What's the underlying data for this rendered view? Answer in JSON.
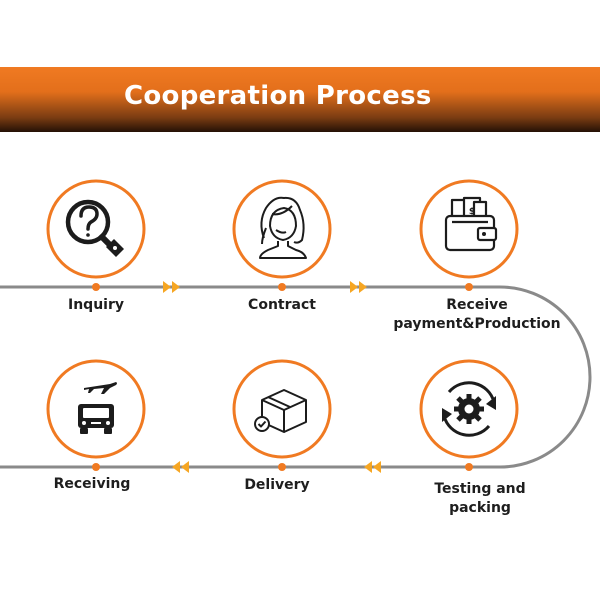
{
  "header": {
    "title": "Cooperation Process"
  },
  "colors": {
    "accent": "#f07a22",
    "line": "#8a8a8a",
    "icon": "#1c1c1c"
  },
  "steps": [
    {
      "id": "inquiry",
      "label": [
        "Inquiry"
      ],
      "icon": "magnifier-question-icon"
    },
    {
      "id": "contract",
      "label": [
        "Contract"
      ],
      "icon": "woman-headset-icon"
    },
    {
      "id": "receive",
      "label": [
        "Receive",
        "payment&Production"
      ],
      "icon": "wallet-cash-icon"
    },
    {
      "id": "testing",
      "label": [
        "Testing and",
        "packing"
      ],
      "icon": "gear-cycle-icon"
    },
    {
      "id": "delivery",
      "label": [
        "Delivery"
      ],
      "icon": "box-check-icon"
    },
    {
      "id": "receiving",
      "label": [
        "Receiving"
      ],
      "icon": "truck-plane-icon"
    }
  ]
}
